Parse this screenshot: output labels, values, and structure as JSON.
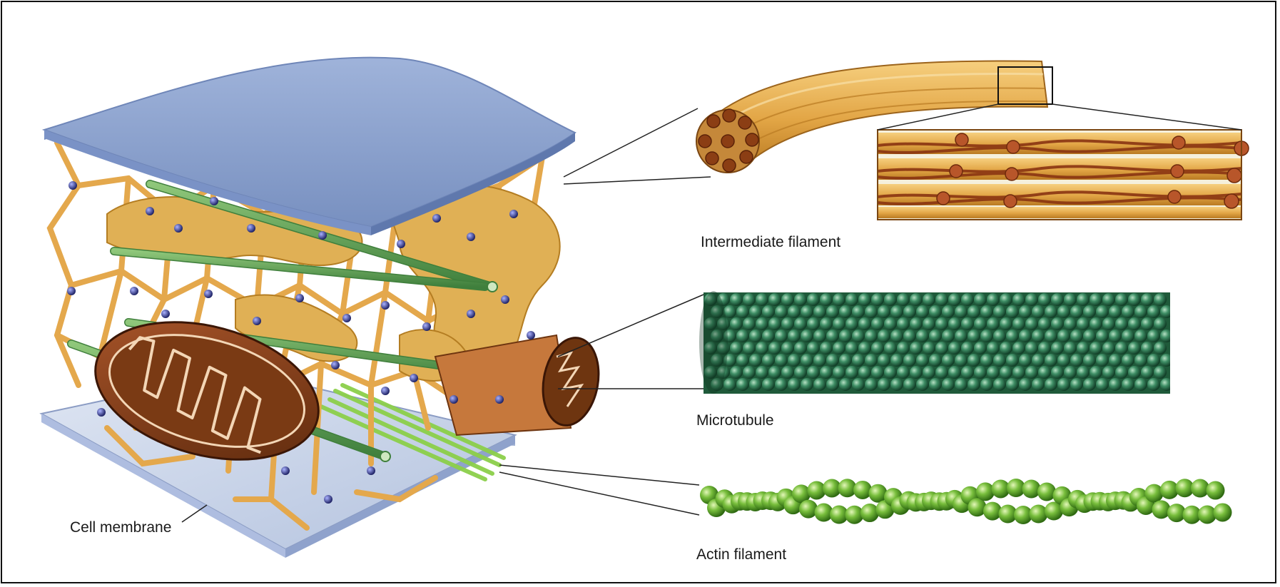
{
  "labels": {
    "intermediate_filament": "Intermediate filament",
    "microtubule": "Microtubule",
    "actin_filament": "Actin filament",
    "cell_membrane": "Cell membrane"
  },
  "colors": {
    "membrane_top": "#8fa6cf",
    "membrane_bottom": "#c7d2e8",
    "cytoskeleton_net": "#e9b158",
    "er": "#dcae52",
    "mitochondrion": "#7a3a14",
    "microtubule": "#2f7a55",
    "actin": "#6fb43a",
    "ribosome": "#3b3f8f"
  }
}
